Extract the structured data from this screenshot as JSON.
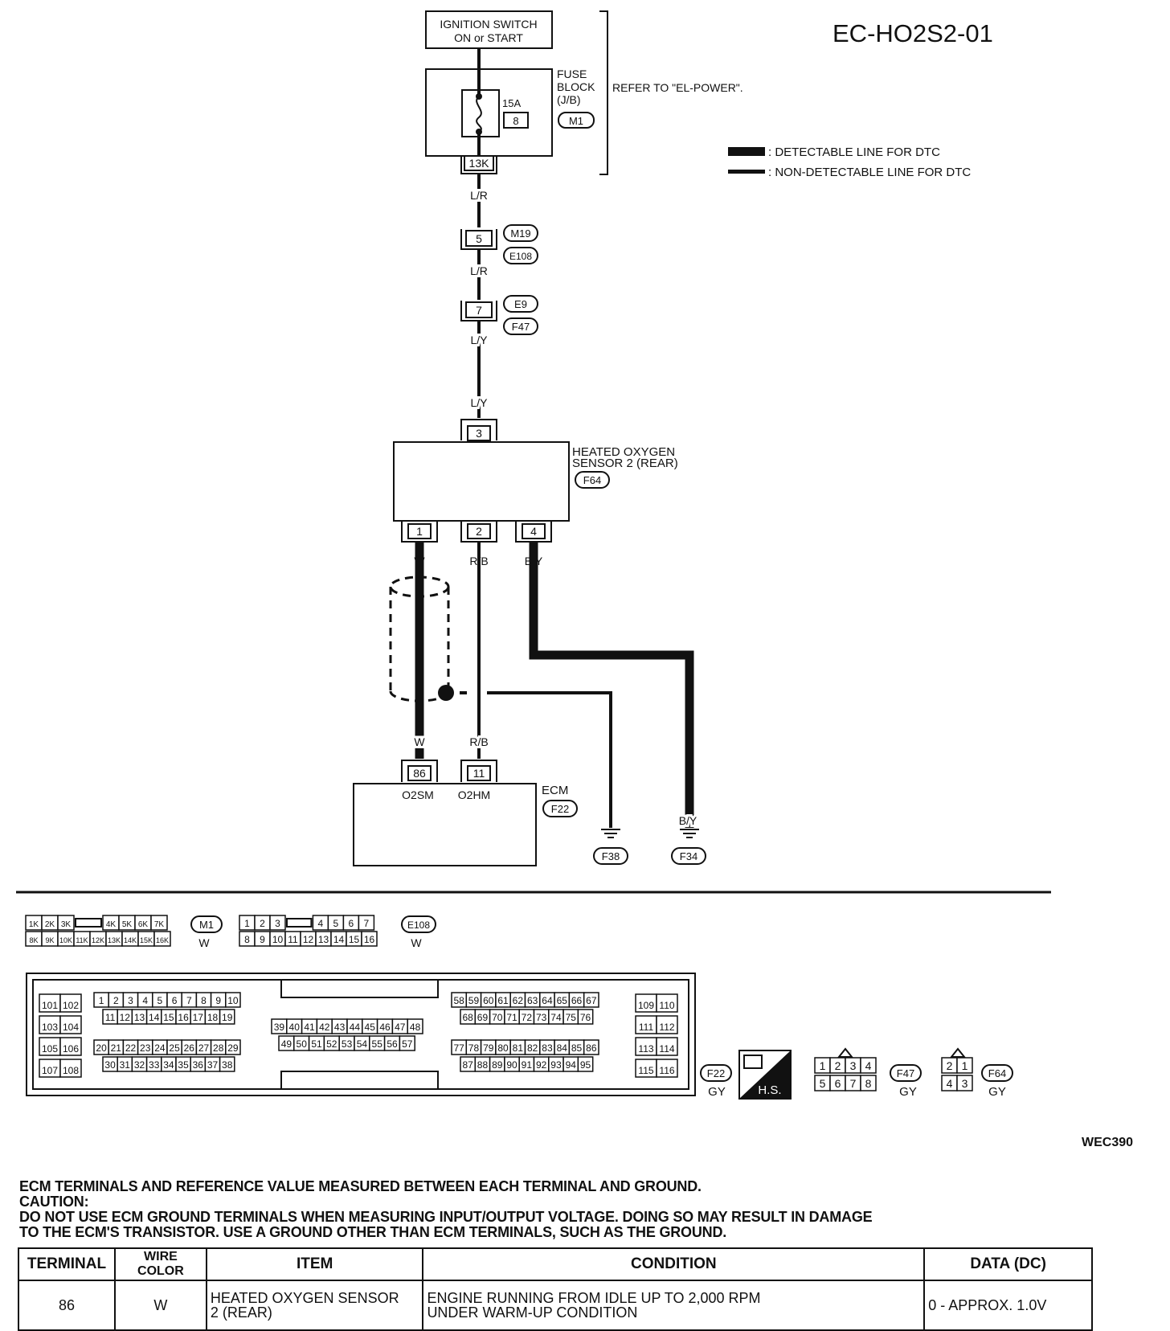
{
  "page": {
    "title": "EC-HO2S2-01",
    "figure_id": "WEC390"
  },
  "power": {
    "switch_line1": "IGNITION SWITCH",
    "switch_line2": "ON or START",
    "fuse_block_line1": "FUSE",
    "fuse_block_line2": "BLOCK",
    "fuse_block_line3": "(J/B)",
    "fuse_rating": "15A",
    "fuse_number": "8",
    "fuse_connector": "M1",
    "fuse_terminal": "13K",
    "refer_text": "REFER TO \"EL-POWER\"."
  },
  "legend": {
    "detectable": ": DETECTABLE LINE FOR DTC",
    "non_detectable": ": NON-DETECTABLE LINE FOR DTC"
  },
  "wiring": {
    "wire_lr_1": "L/R",
    "conn1_terminal": "5",
    "conn1_a": "M19",
    "conn1_b": "E108",
    "wire_lr_2": "L/R",
    "conn2_terminal": "7",
    "conn2_a": "E9",
    "conn2_b": "F47",
    "wire_ly_1": "L/Y",
    "wire_ly_2": "L/Y"
  },
  "sensor": {
    "name_line1": "HEATED OXYGEN",
    "name_line2": "SENSOR 2 (REAR)",
    "connector": "F64",
    "top_terminal": "3",
    "terminals": [
      "1",
      "2",
      "4"
    ],
    "wire_colors": [
      "W",
      "R/B",
      "B/Y"
    ]
  },
  "ecm": {
    "label": "ECM",
    "connector": "F22",
    "terminals": [
      "86",
      "11"
    ],
    "terminal_names": [
      "O2SM",
      "O2HM"
    ],
    "wire_colors": [
      "W",
      "R/B"
    ]
  },
  "grounds": {
    "g1": "F38",
    "g2": "F34",
    "g2_wire": "B/Y"
  },
  "connectors": {
    "m1_top": [
      "1K",
      "2K",
      "3K",
      "",
      "4K",
      "5K",
      "6K",
      "7K"
    ],
    "m1_bottom": [
      "8K",
      "9K",
      "10K",
      "11K",
      "12K",
      "13K",
      "14K",
      "15K",
      "16K"
    ],
    "m1_id": "M1",
    "m1_color": "W",
    "e108_top": [
      "1",
      "2",
      "3",
      "",
      "4",
      "5",
      "6",
      "7"
    ],
    "e108_bottom": [
      "8",
      "9",
      "10",
      "11",
      "12",
      "13",
      "14",
      "15",
      "16"
    ],
    "e108_id": "E108",
    "e108_color": "W",
    "f22_id": "F22",
    "f22_color": "GY",
    "hs_label": "H.S.",
    "f47_top": [
      "1",
      "2",
      "3",
      "4"
    ],
    "f47_bottom": [
      "5",
      "6",
      "7",
      "8"
    ],
    "f47_id": "F47",
    "f47_color": "GY",
    "f64_top": [
      "2",
      "1"
    ],
    "f64_bottom": [
      "4",
      "3"
    ],
    "f64_id": "F64",
    "f64_color": "GY",
    "ecm_left_cols": [
      [
        "101",
        "102"
      ],
      [
        "103",
        "104"
      ],
      [
        "105",
        "106"
      ],
      [
        "107",
        "108"
      ]
    ],
    "ecm_g1_r1": [
      "1",
      "2",
      "3",
      "4",
      "5",
      "6",
      "7",
      "8",
      "9",
      "10"
    ],
    "ecm_g1_r2": [
      "11",
      "12",
      "13",
      "14",
      "15",
      "16",
      "17",
      "18",
      "19"
    ],
    "ecm_g1_r3": [
      "20",
      "21",
      "22",
      "23",
      "24",
      "25",
      "26",
      "27",
      "28",
      "29"
    ],
    "ecm_g1_r4": [
      "30",
      "31",
      "32",
      "33",
      "34",
      "35",
      "36",
      "37",
      "38"
    ],
    "ecm_g2_r1": [
      "39",
      "40",
      "41",
      "42",
      "43",
      "44",
      "45",
      "46",
      "47",
      "48"
    ],
    "ecm_g2_r2": [
      "49",
      "50",
      "51",
      "52",
      "53",
      "54",
      "55",
      "56",
      "57"
    ],
    "ecm_g3_r1": [
      "58",
      "59",
      "60",
      "61",
      "62",
      "63",
      "64",
      "65",
      "66",
      "67"
    ],
    "ecm_g3_r2": [
      "68",
      "69",
      "70",
      "71",
      "72",
      "73",
      "74",
      "75",
      "76"
    ],
    "ecm_g3_r3": [
      "77",
      "78",
      "79",
      "80",
      "81",
      "82",
      "83",
      "84",
      "85",
      "86"
    ],
    "ecm_g3_r4": [
      "87",
      "88",
      "89",
      "90",
      "91",
      "92",
      "93",
      "94",
      "95"
    ],
    "ecm_right_cols": [
      [
        "109",
        "110"
      ],
      [
        "111",
        "112"
      ],
      [
        "113",
        "114"
      ],
      [
        "115",
        "116"
      ]
    ]
  },
  "notes": {
    "heading": "ECM TERMINALS AND REFERENCE VALUE MEASURED BETWEEN EACH TERMINAL AND GROUND.",
    "caution": "CAUTION:",
    "text1": "DO NOT USE ECM GROUND TERMINALS WHEN MEASURING INPUT/OUTPUT VOLTAGE. DOING SO MAY RESULT IN DAMAGE",
    "text2": "TO THE ECM'S TRANSISTOR. USE A GROUND OTHER THAN ECM TERMINALS, SUCH AS THE GROUND."
  },
  "table": {
    "headers": [
      "TERMINAL",
      "WIRE COLOR",
      "ITEM",
      "CONDITION",
      "DATA (DC)"
    ],
    "row": {
      "terminal": "86",
      "wire_color": "W",
      "item_line1": "HEATED OXYGEN SENSOR",
      "item_line2": "2 (REAR)",
      "condition_line1": "ENGINE RUNNING FROM IDLE UP TO 2,000 RPM",
      "condition_line2": "UNDER WARM-UP CONDITION",
      "data": "0 - APPROX. 1.0V"
    }
  }
}
